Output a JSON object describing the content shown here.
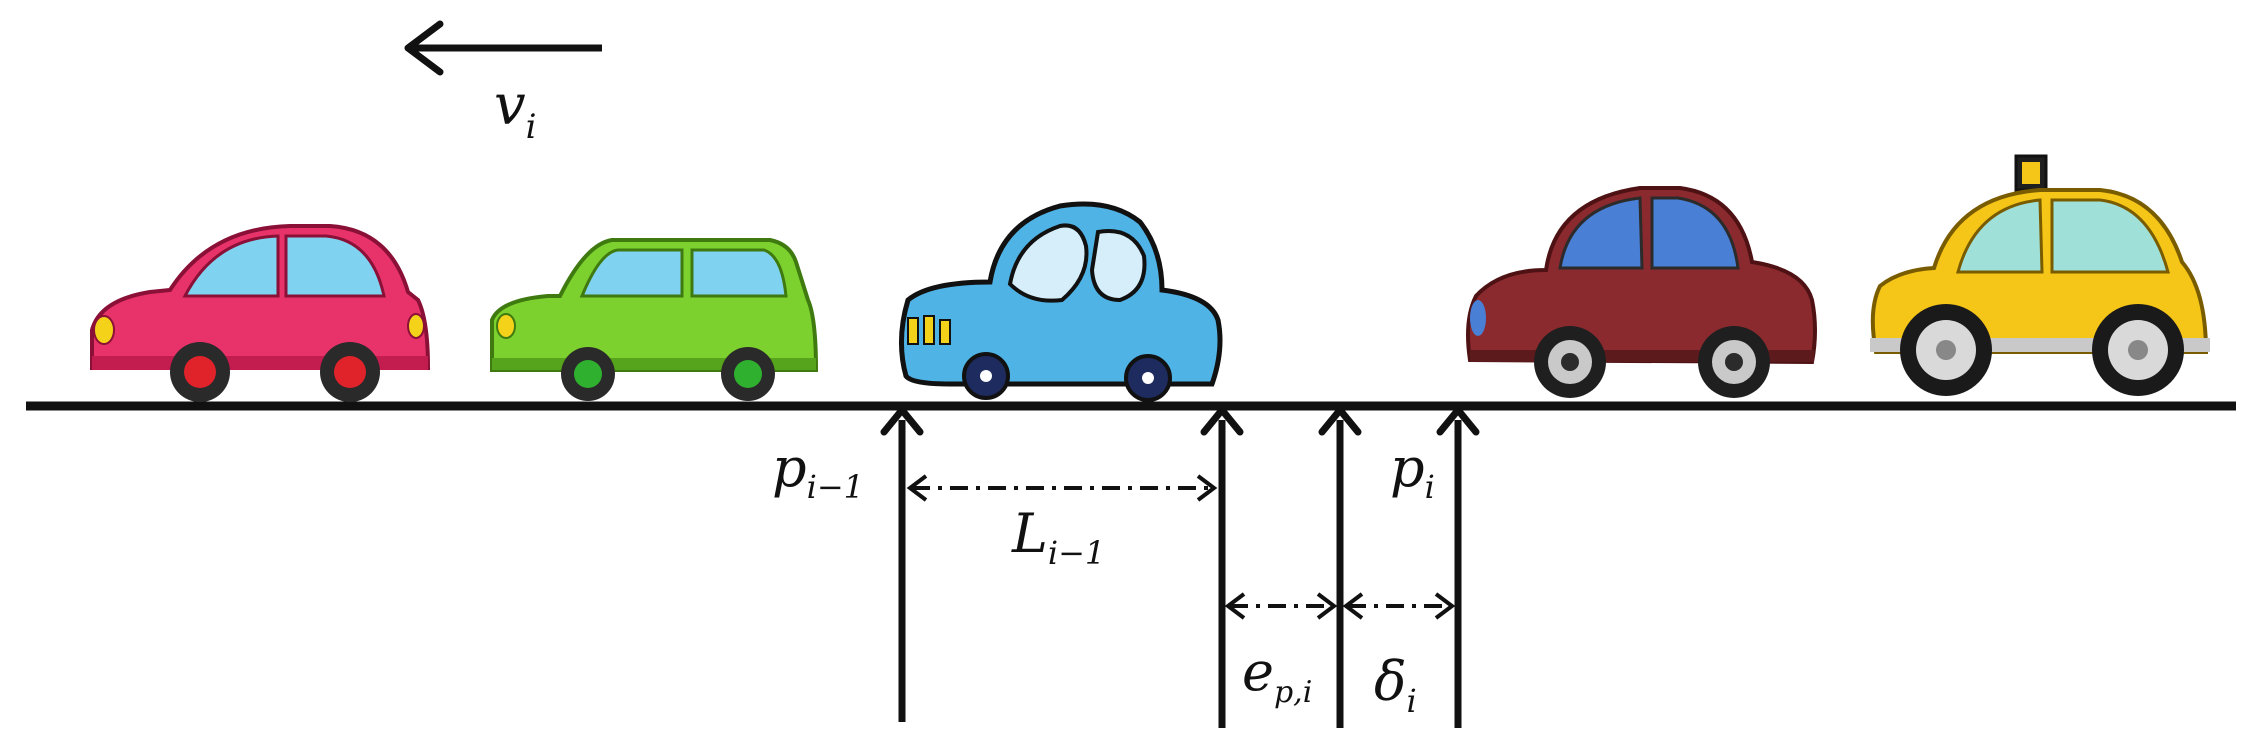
{
  "labels": {
    "velocity": {
      "main": "v",
      "sub": "i"
    },
    "p_prev": {
      "main": "p",
      "sub": "i−1"
    },
    "L_prev": {
      "main": "L",
      "sub": "i−1"
    },
    "p_i": {
      "main": "p",
      "sub": "i"
    },
    "e_pi": {
      "main": "e",
      "sub": "p,i"
    },
    "delta_i": {
      "main": "δ",
      "sub": "i"
    }
  },
  "cars": [
    {
      "name": "pink-car",
      "body": "#e8336a",
      "window": "#7fd3f0",
      "hub": "#e0222a"
    },
    {
      "name": "green-car",
      "body": "#7cd12e",
      "window": "#7fd3f0",
      "hub": "#2fb12f"
    },
    {
      "name": "blue-cartoon-car",
      "body": "#4fb3e6",
      "window": "#d6eef9",
      "hub": "#1d2b5e"
    },
    {
      "name": "maroon-car",
      "body": "#8b2a2e",
      "window": "#4a7fd6",
      "hub": "#2b2b2b"
    },
    {
      "name": "yellow-taxi",
      "body": "#f5c518",
      "window": "#9fe0d8",
      "hub": "#cccccc"
    }
  ],
  "colors": {
    "line": "#111111",
    "background": "#ffffff"
  }
}
